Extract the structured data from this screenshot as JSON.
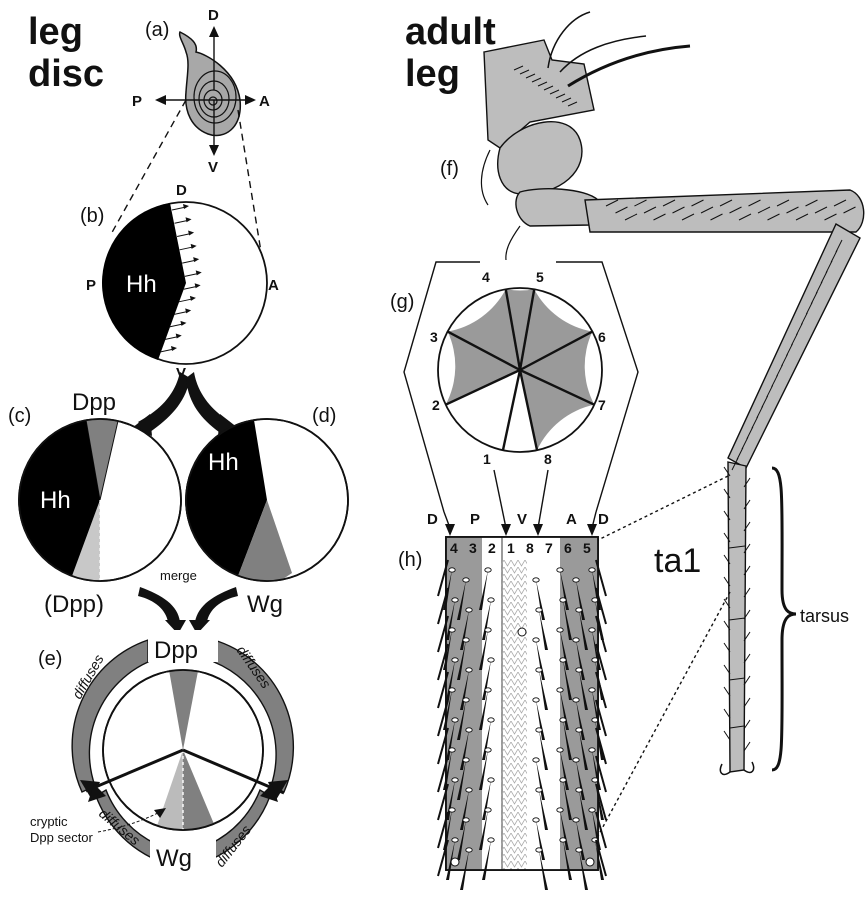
{
  "headings": {
    "leg_disc_1": "leg",
    "leg_disc_2": "disc",
    "adult_leg_1": "adult",
    "adult_leg_2": "leg"
  },
  "panels": {
    "a": "(a)",
    "b": "(b)",
    "c": "(c)",
    "d": "(d)",
    "e": "(e)",
    "f": "(f)",
    "g": "(g)",
    "h": "(h)"
  },
  "axes": {
    "D": "D",
    "V": "V",
    "A": "A",
    "P": "P"
  },
  "labels": {
    "hh": "Hh",
    "dpp": "Dpp",
    "dpp_paren": "(Dpp)",
    "wg": "Wg",
    "merge": "merge",
    "diffuses": "diffuses",
    "cryptic_1": "cryptic",
    "cryptic_2": "Dpp sector",
    "ta1": "ta1",
    "tarsus": "tarsus"
  },
  "sectors": [
    "1",
    "2",
    "3",
    "4",
    "5",
    "6",
    "7",
    "8"
  ],
  "h_top_labels": [
    "D",
    "P",
    "V",
    "A",
    "D"
  ],
  "h_column_numbers": [
    "4",
    "3",
    "2",
    "1",
    "8",
    "7",
    "6",
    "5"
  ],
  "colors": {
    "black": "#000000",
    "dark_gray": "#808080",
    "mid_gray": "#999999",
    "light_gray": "#c8c8c8",
    "leg_gray": "#bdbdbd",
    "white": "#ffffff"
  }
}
